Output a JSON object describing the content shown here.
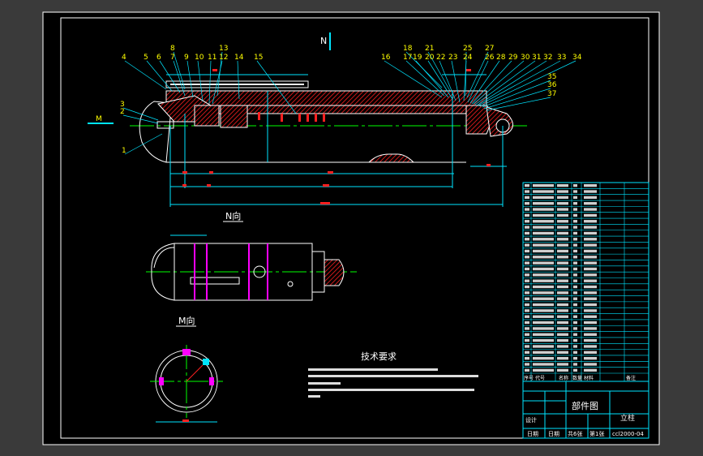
{
  "drawing": {
    "part_numbers": [
      "1",
      "2",
      "3",
      "4",
      "5",
      "6",
      "7",
      "8",
      "9",
      "10",
      "11",
      "12",
      "13",
      "14",
      "15",
      "16",
      "17",
      "18",
      "19",
      "20",
      "21",
      "22",
      "23",
      "24",
      "25",
      "26",
      "27",
      "28",
      "29",
      "30",
      "31",
      "32",
      "33",
      "34",
      "35",
      "36",
      "37"
    ],
    "section_markers": {
      "m_left": "M",
      "n_top": "N"
    },
    "view_n_title": "N向",
    "view_m_title": "M向"
  },
  "tech_requirements": {
    "title": "技术要求"
  },
  "title_block": {
    "header": [
      "序号",
      "代号",
      "名称",
      "数量",
      "材料",
      "备注"
    ],
    "drawing_name": "部件图",
    "part_name": "立柱",
    "drawing_code": "ccl2000-04",
    "total_sheets": "共6张",
    "sheet_no": "第1张",
    "design_label": "设计",
    "date_label": "日期"
  },
  "colors": {
    "sheet": "#000000",
    "outline": "#ffffff",
    "dimension": "#00e5ff",
    "hatch": "#ff2020",
    "centerline": "#00ff00",
    "label": "#ffff00",
    "background": "#3a3a3a"
  }
}
